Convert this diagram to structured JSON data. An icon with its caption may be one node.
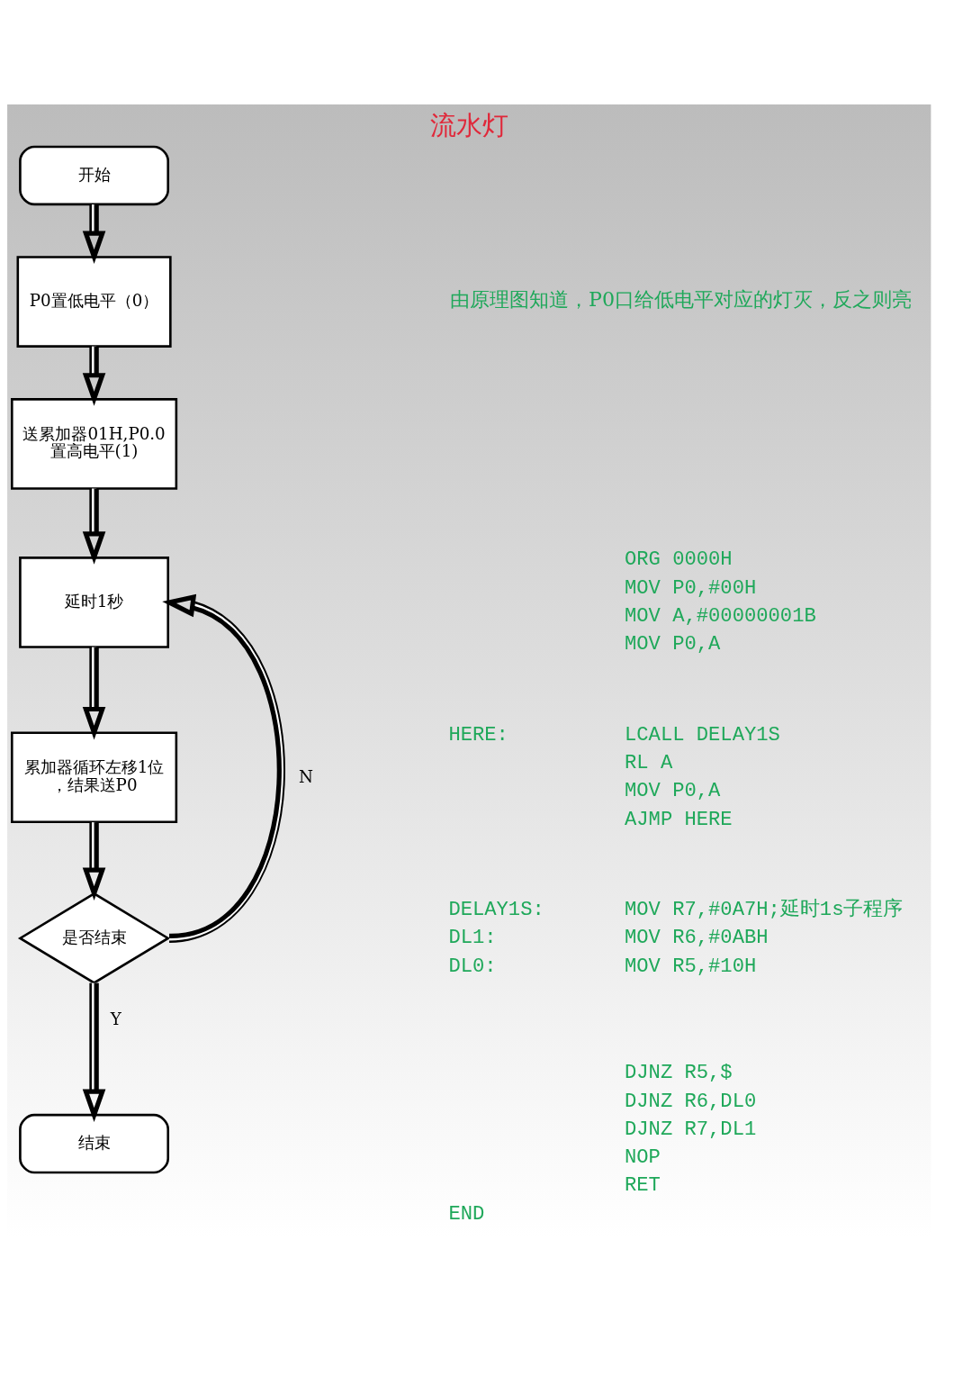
{
  "diagram": {
    "title": "流水灯",
    "nodes": [
      {
        "text": [
          "开始"
        ]
      },
      {
        "text": [
          "P0置低电平（0）"
        ]
      },
      {
        "text": [
          "送累加器01H,P0.0置高电平(1)"
        ]
      },
      {
        "text": [
          "延时1秒"
        ]
      },
      {
        "text": [
          "累加器循环左移1位，结果送P0"
        ]
      },
      {
        "text": [
          "是否结束"
        ]
      },
      {
        "text": [
          "结束"
        ]
      }
    ],
    "edges": [
      {
        "from": 0,
        "to": 1,
        "arrow": "to"
      },
      {
        "from": 1,
        "to": 2,
        "arrow": "to"
      },
      {
        "from": 2,
        "to": 3,
        "arrow": "to"
      },
      {
        "from": 3,
        "to": 4,
        "arrow": "to"
      },
      {
        "from": 4,
        "to": 5,
        "arrow": "to"
      },
      {
        "from": 5,
        "to": 3,
        "arrow": "to",
        "label": "N"
      },
      {
        "from": 5,
        "to": 6,
        "arrow": "to",
        "label": "Y"
      }
    ],
    "labels": [
      "由原理图知道，P0口给低电平对应的灯灭，反之则亮",
      "ORG 0000H",
      "MOV P0,#00H",
      "MOV A,#00000001B",
      "MOV P0,A",
      "HERE:",
      "LCALL DELAY1S",
      "RL A",
      "MOV P0,A",
      "AJMP HERE",
      "DELAY1S:",
      "MOV R7,#0A7H;延时1s子程序",
      "DL1:",
      "MOV R6,#0ABH",
      "DL0:",
      "MOV R5,#10H",
      "DJNZ R5,$",
      "DJNZ R6,DL0",
      "DJNZ R7,DL1",
      "NOP",
      "RET",
      "END"
    ]
  }
}
